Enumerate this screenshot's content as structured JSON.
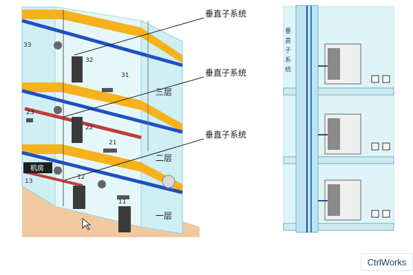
{
  "diagram": {
    "callouts": [
      "垂直子系统",
      "垂直子系统",
      "垂直子系统"
    ],
    "floors": [
      "三层",
      "二层",
      "一层"
    ],
    "room_numbers": [
      "33",
      "32",
      "31",
      "23",
      "22",
      "21",
      "13",
      "12",
      "11"
    ],
    "side_vertical_text": [
      "垂",
      "直",
      "子",
      "系",
      "统"
    ],
    "sign_text": "机房",
    "colors": {
      "wall": "#cfeff4",
      "floor_slab": "#f5b21c",
      "beam": "#1f4fc2",
      "backbone_cable": "#c23b3b",
      "ground": "#f0c9a0",
      "riser": "#7fbfe3"
    }
  },
  "watermark": {
    "text": "CtrlWorks"
  }
}
